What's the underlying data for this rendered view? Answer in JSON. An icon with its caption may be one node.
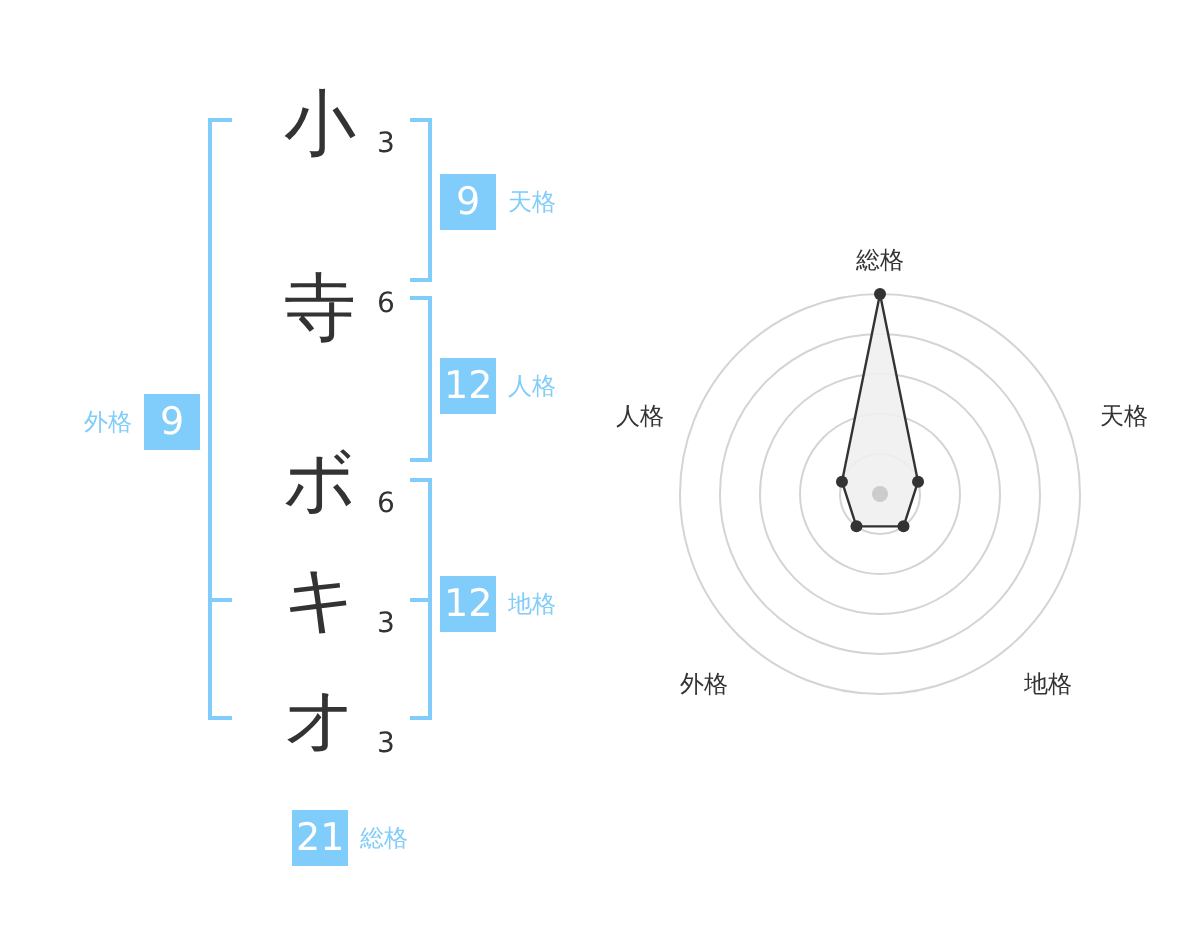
{
  "diagram": {
    "nodes": [
      {
        "text": [
          "9"
        ],
        "beside": [
          "天格"
        ]
      },
      {
        "text": [
          "12"
        ],
        "beside": [
          "人格"
        ]
      },
      {
        "text": [
          "9"
        ],
        "beside": [
          "外格"
        ]
      },
      {
        "text": [
          "12"
        ],
        "beside": [
          "地格"
        ]
      },
      {
        "text": [
          "21"
        ],
        "beside": [
          "総格"
        ]
      }
    ],
    "labels": [
      "小",
      "3",
      "寺",
      "6",
      "ボ",
      "6",
      "キ",
      "3",
      "オ",
      "3",
      "総格",
      "人格",
      "天格",
      "外格",
      "地格"
    ]
  }
}
